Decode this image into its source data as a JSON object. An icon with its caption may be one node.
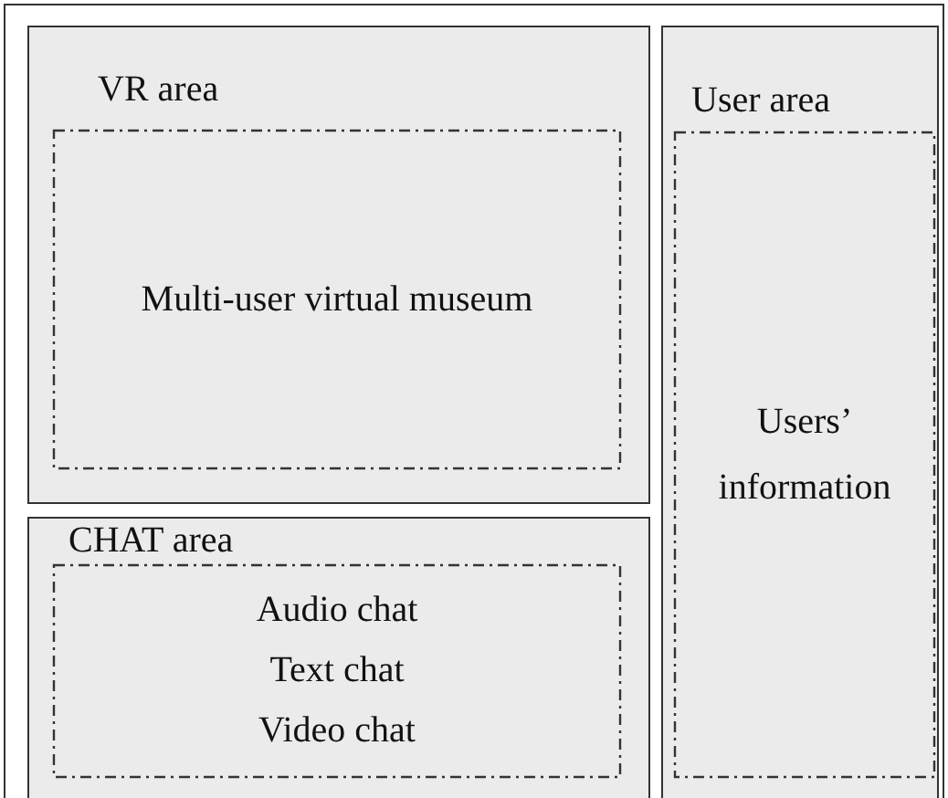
{
  "diagram": {
    "nodes": [
      {
        "text": [],
        "shape": "box"
      },
      {
        "text": [
          "VR area"
        ],
        "in": 0
      },
      {
        "text": [
          "Multi-user virtual museum"
        ],
        "in": 1
      },
      {
        "text": [
          "User area"
        ],
        "in": 0
      },
      {
        "text": [
          "Users’ information"
        ],
        "in": 3
      },
      {
        "text": [
          "CHAT area"
        ],
        "in": 0
      },
      {
        "text": [
          "Audio chat",
          "Text chat",
          "Video chat"
        ],
        "in": 5
      }
    ]
  }
}
